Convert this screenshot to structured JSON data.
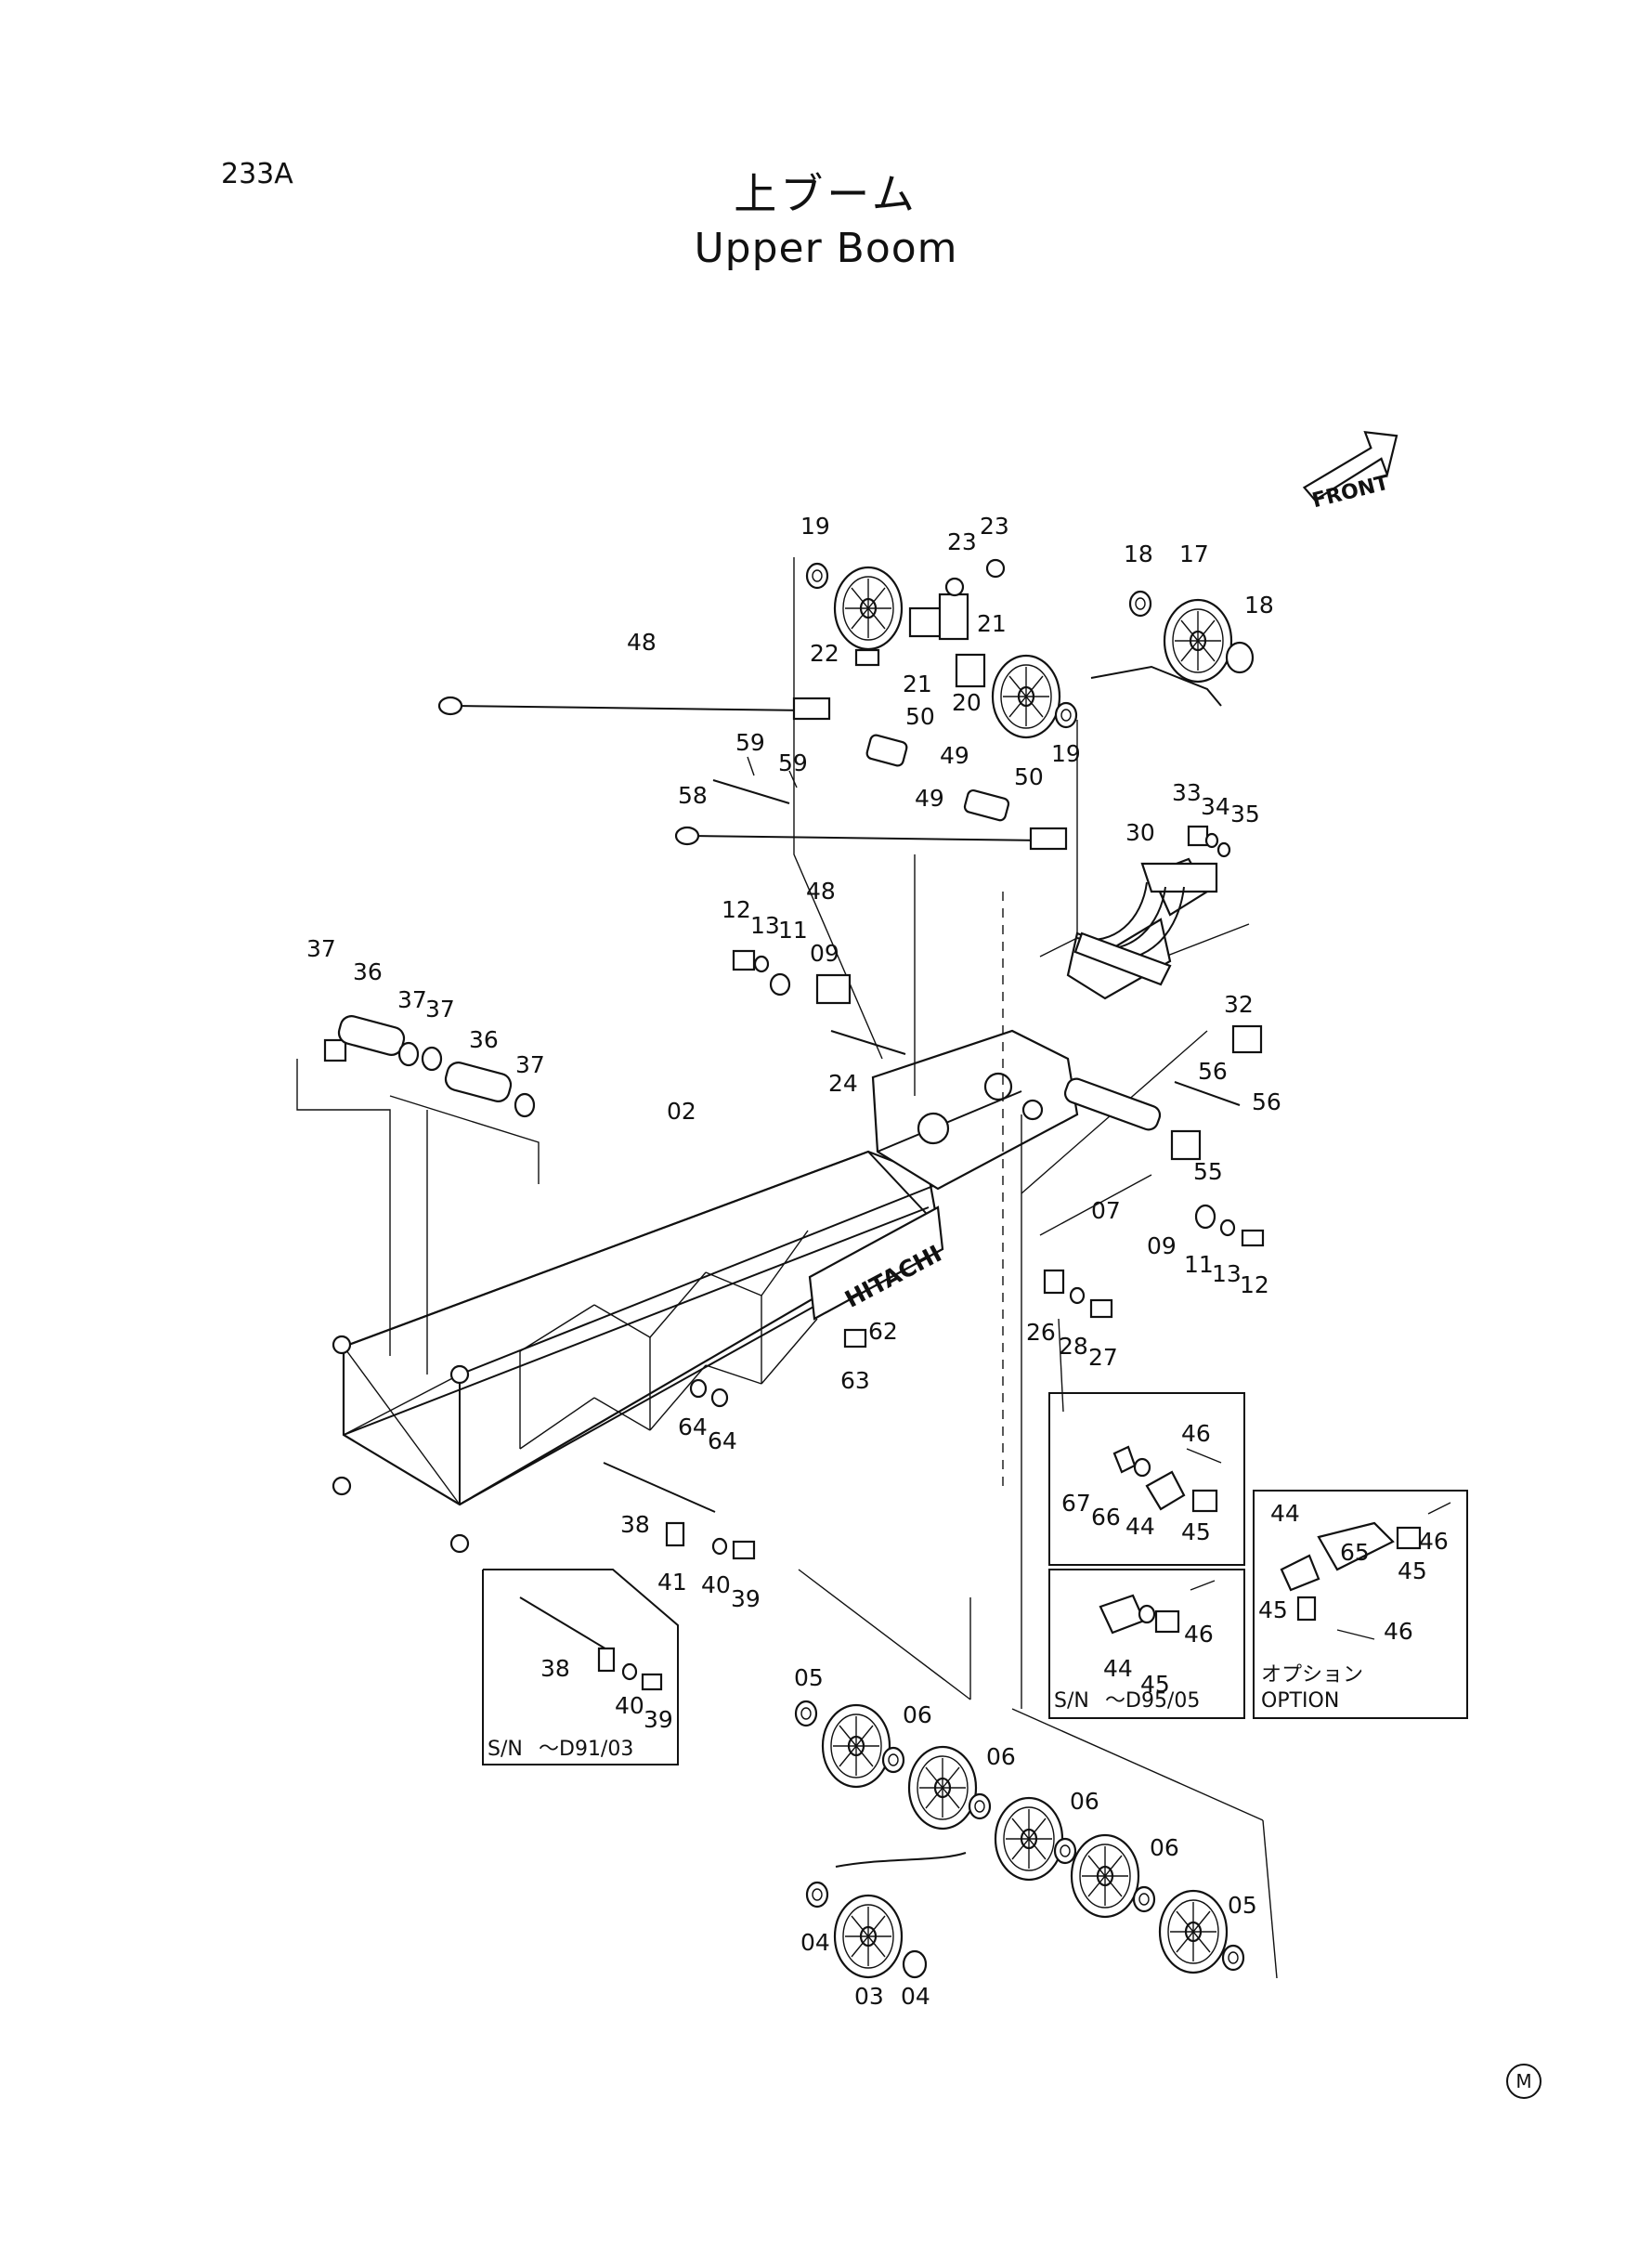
{
  "page_code": "233A",
  "title_ja": "上ブーム",
  "title_en": "Upper Boom",
  "front_label": "FRONT",
  "brand_label": "HITACHI",
  "corner_mark": "M",
  "option_ja": "オプション",
  "option_en": "OPTION",
  "serial_prefix": "S/N",
  "serial_a": "～D91/03",
  "serial_b": "～D95/05",
  "callouts": {
    "c19a": "19",
    "c23a": "23",
    "c23b": "23",
    "c21a": "21",
    "c22": "22",
    "c21b": "21",
    "c20": "20",
    "c19b": "19",
    "c18a": "18",
    "c17": "17",
    "c18b": "18",
    "c48a": "48",
    "c50a": "50",
    "c49a": "49",
    "c59a": "59",
    "c59b": "59",
    "c58": "58",
    "c49b": "49",
    "c50b": "50",
    "c33": "33",
    "c34": "34",
    "c35": "35",
    "c30": "30",
    "c48b": "48",
    "c12a": "12",
    "c13a": "13",
    "c11a": "11",
    "c09a": "09",
    "c37a": "37",
    "c36a": "36",
    "c37b": "37",
    "c37c": "37",
    "c36b": "36",
    "c37d": "37",
    "c24": "24",
    "c32": "32",
    "c56a": "56",
    "c56b": "56",
    "c55": "55",
    "c02": "02",
    "c07": "07",
    "c09b": "09",
    "c11b": "11",
    "c13b": "13",
    "c12b": "12",
    "c62": "62",
    "c63": "63",
    "c26": "26",
    "c28": "28",
    "c27": "27",
    "c64a": "64",
    "c64b": "64",
    "c46a": "46",
    "c67": "67",
    "c66": "66",
    "c44a": "44",
    "c45a": "45",
    "c44b": "44",
    "c65": "65",
    "c46b": "46",
    "c45b": "45",
    "c45c": "45",
    "c46c": "46",
    "c38a": "38",
    "c41": "41",
    "c40a": "40",
    "c39a": "39",
    "c44c": "44",
    "c46d": "46",
    "c45d": "45",
    "c38b": "38",
    "c40b": "40",
    "c39b": "39",
    "c05a": "05",
    "c06a": "06",
    "c06b": "06",
    "c06c": "06",
    "c06d": "06",
    "c05b": "05",
    "c04a": "04",
    "c03": "03",
    "c04b": "04"
  }
}
